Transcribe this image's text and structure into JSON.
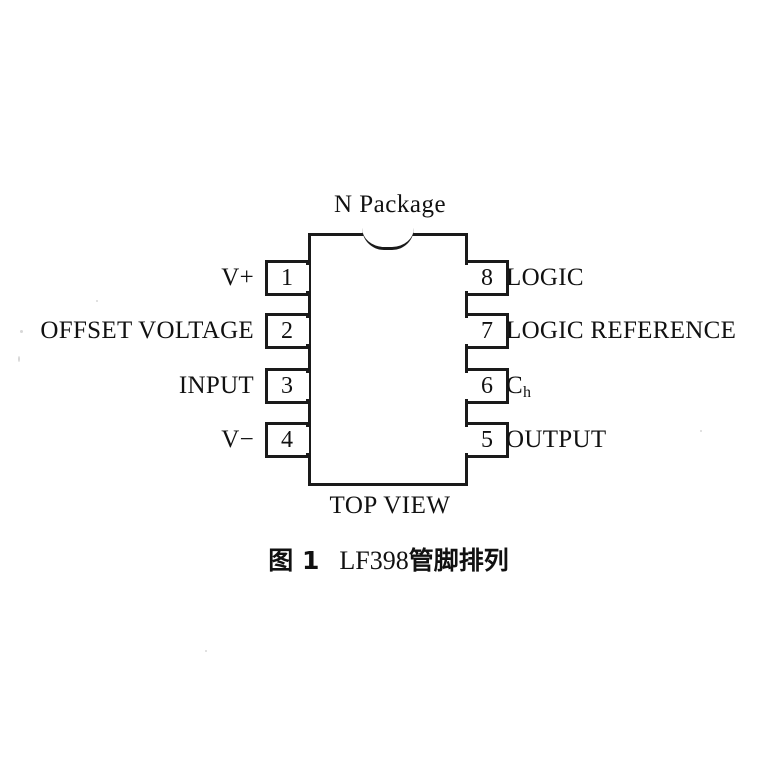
{
  "figure": {
    "package_title": "N Package",
    "view_label": "TOP VIEW",
    "caption_cn_1": "图 1",
    "caption_num": "LF398",
    "caption_cn_2": "管脚排列"
  },
  "chip": {
    "left_pins": [
      {
        "number": "1",
        "label": "V+"
      },
      {
        "number": "2",
        "label": "OFFSET VOLTAGE"
      },
      {
        "number": "3",
        "label": "INPUT"
      },
      {
        "number": "4",
        "label": "V−"
      }
    ],
    "right_pins": [
      {
        "number": "8",
        "label": "LOGIC"
      },
      {
        "number": "7",
        "label": "LOGIC REFERENCE"
      },
      {
        "number": "6",
        "label": "C",
        "sub": "h"
      },
      {
        "number": "5",
        "label": "OUTPUT"
      }
    ]
  },
  "colors": {
    "ink": "#1a1a1a",
    "background": "#ffffff"
  }
}
